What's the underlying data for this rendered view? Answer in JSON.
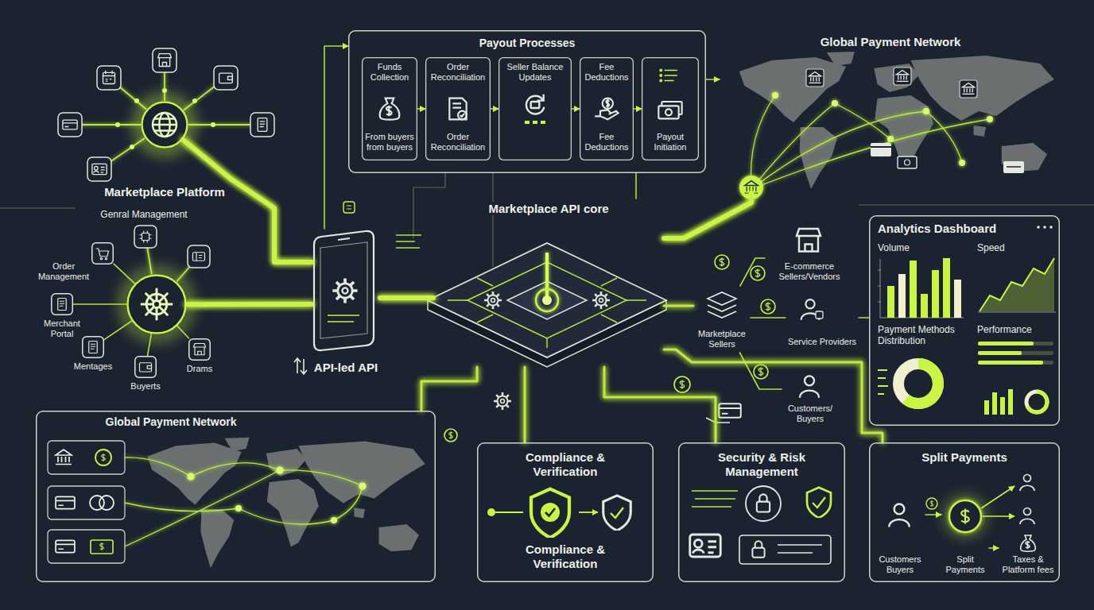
{
  "diagram": {
    "nodes": [
      {
        "text": [
          "Marketplace Platform"
        ]
      },
      {
        "text": [
          "Genral Management"
        ]
      },
      {
        "text": [
          "Order Management"
        ]
      },
      {
        "text": [
          "Merchant Portal"
        ]
      },
      {
        "text": [
          "Mentages"
        ]
      },
      {
        "text": [
          "Buyerts"
        ]
      },
      {
        "text": [
          "Drams"
        ]
      },
      {
        "text": [
          "API-led API"
        ]
      },
      {
        "text": [
          "Payout Processes"
        ]
      },
      {
        "text": [
          "Funds Collection",
          "From buyers from buyers"
        ],
        "in": 8
      },
      {
        "text": [
          "Order Reconciliation",
          "Order Reconciliation"
        ],
        "in": 8
      },
      {
        "text": [
          "Seller Balance Updates"
        ],
        "in": 8
      },
      {
        "text": [
          "Fee Deductions",
          "Fee Deductions"
        ],
        "in": 8
      },
      {
        "text": [
          "Payout Initiation"
        ],
        "in": 8
      },
      {
        "text": [
          "Marketplace API core"
        ]
      },
      {
        "text": [
          "Global Payment Network"
        ]
      },
      {
        "text": [
          "E-commerce Sellers/Vendors"
        ]
      },
      {
        "text": [
          "Marketplace Sellers"
        ]
      },
      {
        "text": [
          "Service Providers"
        ]
      },
      {
        "text": [
          "Customers/ Buyers"
        ]
      },
      {
        "text": [
          "Analytics Dashboard"
        ]
      },
      {
        "text": [
          "Global Payment Network"
        ]
      },
      {
        "text": [
          "Compliance & Verification",
          "Compliance & Verification"
        ]
      },
      {
        "text": [
          "Security & Risk Management"
        ]
      },
      {
        "text": [
          "Split Payments"
        ]
      },
      {
        "text": [
          "Customers Buyers"
        ],
        "in": 24
      },
      {
        "text": [
          "Split Payments"
        ],
        "in": 24
      },
      {
        "text": [
          "Taxes & Platform fees"
        ],
        "in": 24
      }
    ],
    "edges": [
      {
        "from": 0,
        "to": 7,
        "arrow": "none"
      },
      {
        "from": 1,
        "to": 7,
        "arrow": "none"
      },
      {
        "from": 1,
        "to": 2,
        "arrow": "none"
      },
      {
        "from": 1,
        "to": 3,
        "arrow": "none"
      },
      {
        "from": 1,
        "to": 4,
        "arrow": "none"
      },
      {
        "from": 1,
        "to": 5,
        "arrow": "none"
      },
      {
        "from": 1,
        "to": 6,
        "arrow": "none"
      },
      {
        "from": 7,
        "to": 8,
        "arrow": "to"
      },
      {
        "from": 7,
        "to": 14,
        "arrow": "none"
      },
      {
        "from": 8,
        "to": 14,
        "arrow": "none"
      },
      {
        "from": 8,
        "to": 15,
        "arrow": "to"
      },
      {
        "from": 9,
        "to": 10,
        "arrow": "to"
      },
      {
        "from": 10,
        "to": 11,
        "arrow": "to"
      },
      {
        "from": 11,
        "to": 12,
        "arrow": "to"
      },
      {
        "from": 12,
        "to": 13,
        "arrow": "to"
      },
      {
        "from": 14,
        "to": 15,
        "arrow": "none"
      },
      {
        "from": 14,
        "to": 17,
        "arrow": "none"
      },
      {
        "from": 17,
        "to": 16,
        "arrow": "none"
      },
      {
        "from": 17,
        "to": 18,
        "arrow": "none"
      },
      {
        "from": 17,
        "to": 19,
        "arrow": "none"
      },
      {
        "from": 18,
        "to": 20,
        "arrow": "none"
      },
      {
        "from": 14,
        "to": 21,
        "arrow": "none"
      },
      {
        "from": 14,
        "to": 22,
        "arrow": "none"
      },
      {
        "from": 14,
        "to": 23,
        "arrow": "none"
      },
      {
        "from": 14,
        "to": 24,
        "arrow": "none"
      },
      {
        "from": 25,
        "to": 26,
        "arrow": "to"
      },
      {
        "from": 26,
        "to": 27,
        "arrow": "to"
      }
    ],
    "labels": [
      "Volume",
      "Speed",
      "Payment Methods Distribution",
      "Performance"
    ]
  }
}
